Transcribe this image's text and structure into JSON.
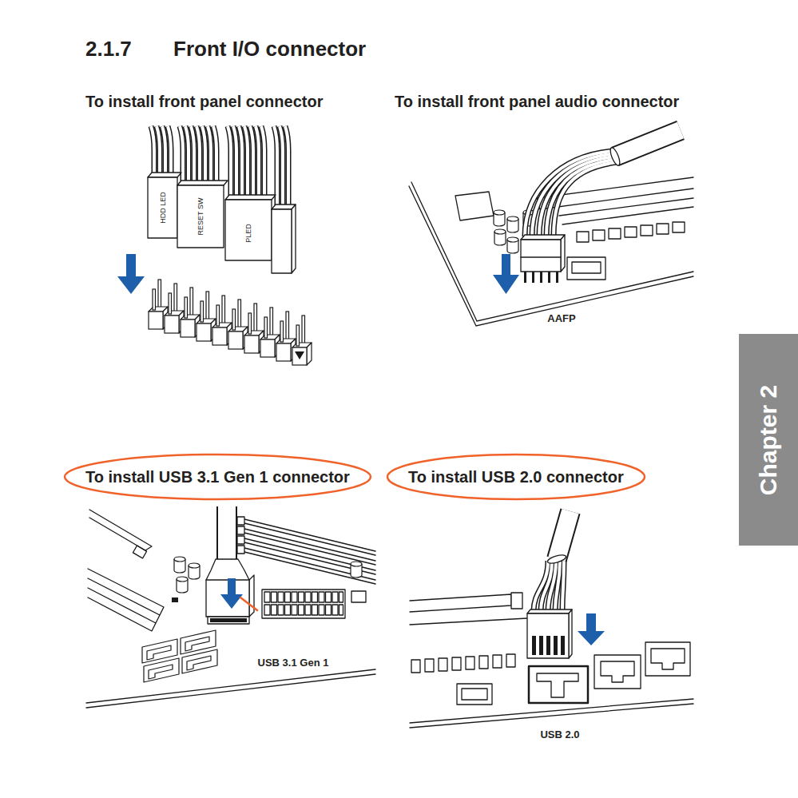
{
  "diagram": {
    "title": "Front I/O connector",
    "nodes": [
      {
        "text": [
          "To install USB 3.1 Gen 1 connector"
        ]
      },
      {
        "text": [
          "To install USB 2.0 connector"
        ]
      },
      {
        "text": [
          "Chapter 2"
        ]
      }
    ],
    "labels": [
      "2.1.7",
      "To install front panel connector",
      "To install front panel audio connector",
      "HDD LED",
      "RESET SW",
      "PLED",
      "AAFP",
      "USB 3.1 Gen 1",
      "USB 2.0"
    ]
  }
}
